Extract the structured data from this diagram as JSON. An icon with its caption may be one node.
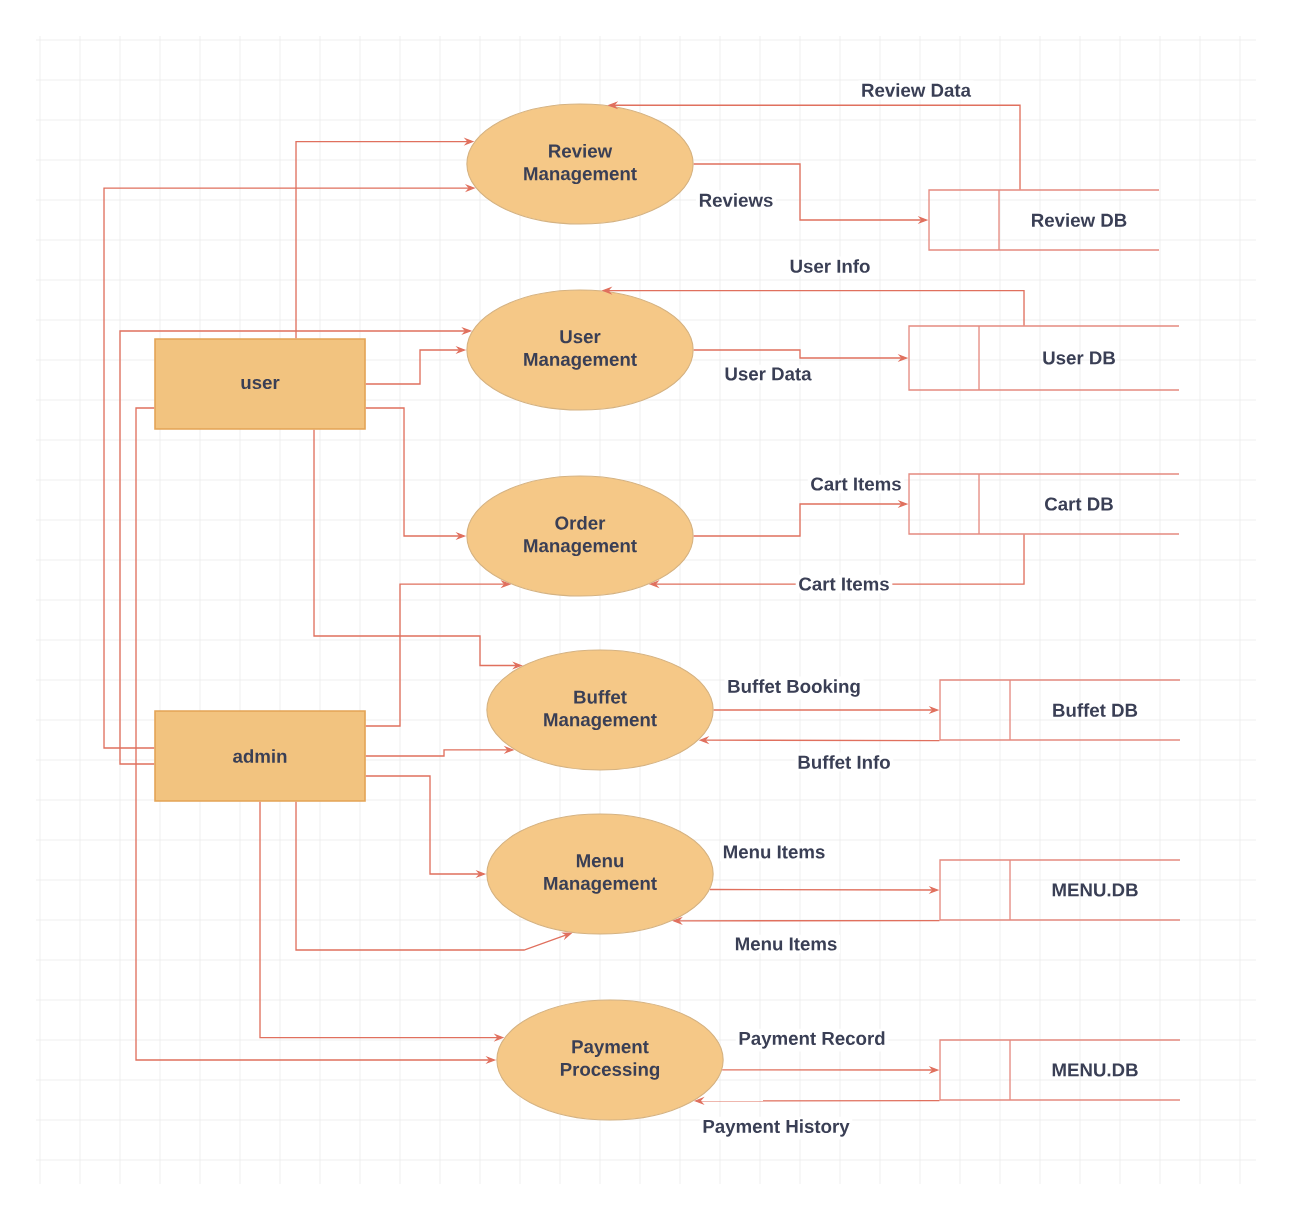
{
  "diagram": {
    "nodes": [
      {
        "text": [
          "user"
        ]
      },
      {
        "text": [
          "admin"
        ]
      },
      {
        "text": [
          "Review Management"
        ]
      },
      {
        "text": [
          "User Management"
        ]
      },
      {
        "text": [
          "Order Management"
        ]
      },
      {
        "text": [
          "Buffet Management"
        ]
      },
      {
        "text": [
          "Menu Management"
        ]
      },
      {
        "text": [
          "Payment Processing"
        ]
      },
      {
        "text": [
          "Review DB"
        ]
      },
      {
        "text": [
          "User DB"
        ]
      },
      {
        "text": [
          "Cart DB"
        ]
      },
      {
        "text": [
          "Buffet DB"
        ]
      },
      {
        "text": [
          "MENU.DB"
        ]
      },
      {
        "text": [
          "MENU.DB"
        ]
      }
    ],
    "edges": [
      {
        "from": 0,
        "to": 2,
        "arrow": "to"
      },
      {
        "from": 0,
        "to": 3,
        "arrow": "to"
      },
      {
        "from": 0,
        "to": 4,
        "arrow": "to"
      },
      {
        "from": 0,
        "to": 5,
        "arrow": "to"
      },
      {
        "from": 0,
        "to": 7,
        "arrow": "to"
      },
      {
        "from": 1,
        "to": 2,
        "arrow": "to"
      },
      {
        "from": 1,
        "to": 3,
        "arrow": "to"
      },
      {
        "from": 1,
        "to": 4,
        "arrow": "to"
      },
      {
        "from": 1,
        "to": 5,
        "arrow": "to"
      },
      {
        "from": 1,
        "to": 6,
        "arrow": "to"
      },
      {
        "from": 1,
        "to": 7,
        "arrow": "to"
      },
      {
        "from": 1,
        "to": 6,
        "arrow": "to"
      },
      {
        "from": 2,
        "to": 8,
        "arrow": "to",
        "label": "Reviews"
      },
      {
        "from": 8,
        "to": 2,
        "arrow": "to",
        "label": "Review Data"
      },
      {
        "from": 9,
        "to": 3,
        "arrow": "to",
        "label": "User Info"
      },
      {
        "from": 3,
        "to": 9,
        "arrow": "to",
        "label": "User Data"
      },
      {
        "from": 4,
        "to": 10,
        "arrow": "to",
        "label": "Cart Items"
      },
      {
        "from": 10,
        "to": 4,
        "arrow": "to",
        "label": "Cart Items"
      },
      {
        "from": 5,
        "to": 11,
        "arrow": "to",
        "label": "Buffet Booking"
      },
      {
        "from": 11,
        "to": 5,
        "arrow": "to",
        "label": "Buffet Info"
      },
      {
        "from": 6,
        "to": 12,
        "arrow": "to",
        "label": "Menu Items"
      },
      {
        "from": 12,
        "to": 6,
        "arrow": "to",
        "label": "Menu Items"
      },
      {
        "from": 7,
        "to": 13,
        "arrow": "to",
        "label": "Payment Record"
      },
      {
        "from": 13,
        "to": 7,
        "arrow": "to",
        "label": "Payment History"
      }
    ]
  }
}
